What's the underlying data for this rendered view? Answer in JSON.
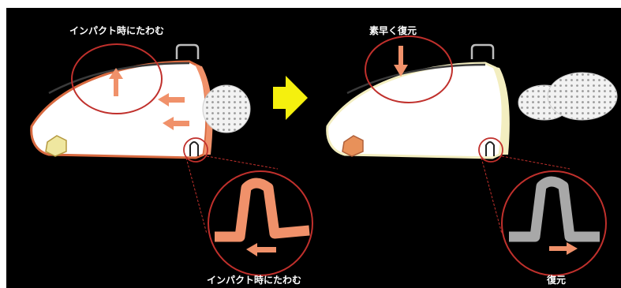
{
  "left_panel": {
    "top_label": "インパクト時にたわむ",
    "bottom_label": "インパクト時にたわむ"
  },
  "right_panel": {
    "top_label": "素早く復元",
    "bottom_label": "復元"
  },
  "colors": {
    "background": "#000000",
    "head_fill": "#ffffff",
    "accent_orange": "#f0916a",
    "outline_orange": "#d86a40",
    "cream_edge": "#f3eec0",
    "circle_red": "#c0302c",
    "transition_arrow": "#f5f00e",
    "restored_gray": "#a8a8a8"
  },
  "icons": {
    "transition": "right-arrow-icon",
    "flex_arrow": "up-arrow-icon",
    "restore_arrow": "down-arrow-icon"
  }
}
